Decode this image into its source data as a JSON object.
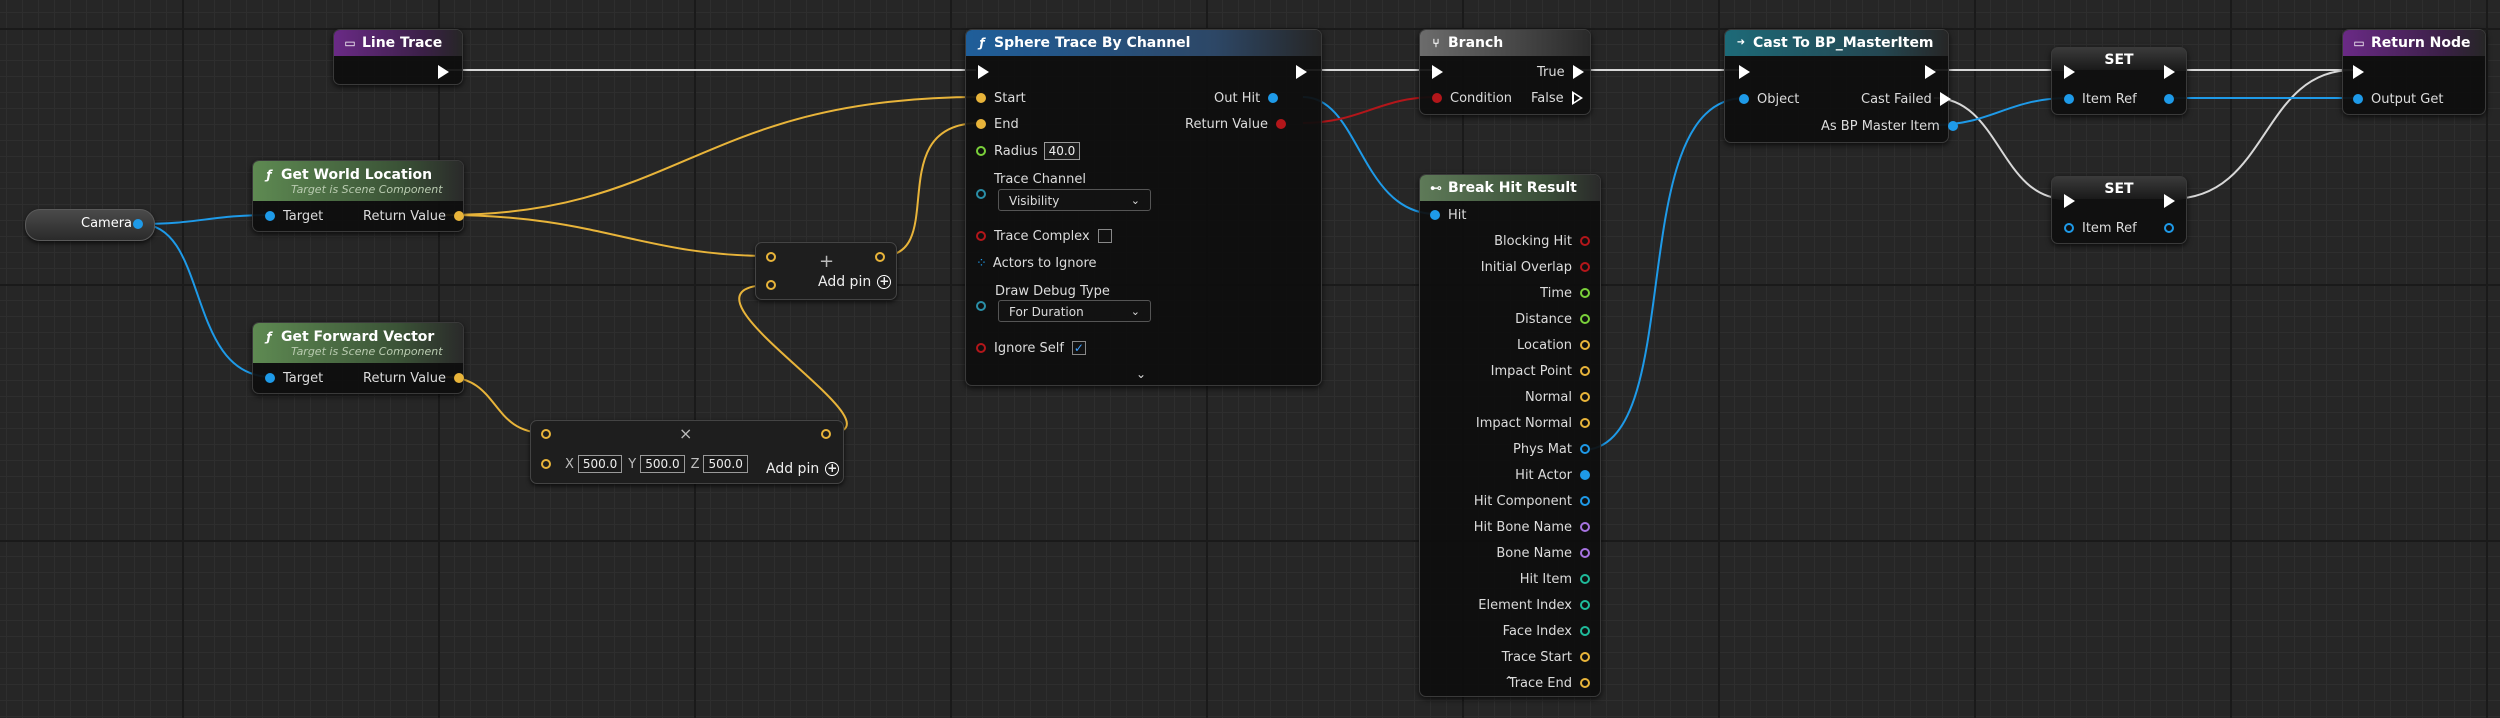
{
  "nodes": {
    "line_trace": {
      "title": "Line Trace"
    },
    "sphere_trace": {
      "title": "Sphere Trace By Channel",
      "start_label": "Start",
      "end_label": "End",
      "radius_label": "Radius",
      "radius_value": "40.0",
      "out_hit_label": "Out Hit",
      "return_value_label": "Return Value",
      "trace_channel_label": "Trace Channel",
      "trace_channel_value": "Visibility",
      "trace_complex_label": "Trace Complex",
      "trace_complex_checked": false,
      "actors_to_ignore_label": "Actors to Ignore",
      "draw_debug_label": "Draw Debug Type",
      "draw_debug_value": "For Duration",
      "ignore_self_label": "Ignore Self",
      "ignore_self_checked": true
    },
    "branch": {
      "title": "Branch",
      "true_label": "True",
      "condition_label": "Condition",
      "false_label": "False"
    },
    "cast": {
      "title": "Cast To BP_MasterItem",
      "object_label": "Object",
      "cast_failed_label": "Cast Failed",
      "as_label": "As BP Master Item"
    },
    "set1": {
      "title": "SET",
      "item_ref_label": "Item Ref"
    },
    "set2": {
      "title": "SET",
      "item_ref_label": "Item Ref"
    },
    "return_node": {
      "title": "Return Node",
      "output_label": "Output Get"
    },
    "get_world_location": {
      "title": "Get World Location",
      "subtitle": "Target is Scene Component",
      "target_label": "Target",
      "return_label": "Return Value"
    },
    "get_forward_vector": {
      "title": "Get Forward Vector",
      "subtitle": "Target is Scene Component",
      "target_label": "Target",
      "return_label": "Return Value"
    },
    "camera": {
      "label": "Camera"
    },
    "add_node": {
      "add_pin_label": "Add pin"
    },
    "multiply_node": {
      "x_label": "X",
      "x_value": "500.0",
      "y_label": "Y",
      "y_value": "500.0",
      "z_label": "Z",
      "z_value": "500.0",
      "add_pin_label": "Add pin"
    },
    "break_hit": {
      "title": "Break Hit Result",
      "hit_label": "Hit",
      "outputs": [
        "Blocking Hit",
        "Initial Overlap",
        "Time",
        "Distance",
        "Location",
        "Impact Point",
        "Normal",
        "Impact Normal",
        "Phys Mat",
        "Hit Actor",
        "Hit Component",
        "Hit Bone Name",
        "Bone Name",
        "Hit Item",
        "Element Index",
        "Face Index",
        "Trace Start",
        "Trace End"
      ],
      "output_colors": [
        "#b3161a",
        "#b3161a",
        "#7ad03a",
        "#7ad03a",
        "#e8b43a",
        "#e8b43a",
        "#e8b43a",
        "#e8b43a",
        "#1e9ae8",
        "#1e9ae8",
        "#1e9ae8",
        "#a673e0",
        "#a673e0",
        "#1fba9a",
        "#1fba9a",
        "#1fba9a",
        "#e8b43a",
        "#e8b43a"
      ]
    }
  },
  "colors": {
    "exec": "#ffffff",
    "vector": "#e8b43a",
    "object": "#1e9ae8",
    "bool": "#b3161a",
    "float": "#7ad03a",
    "name": "#a673e0",
    "int": "#1fba9a"
  }
}
